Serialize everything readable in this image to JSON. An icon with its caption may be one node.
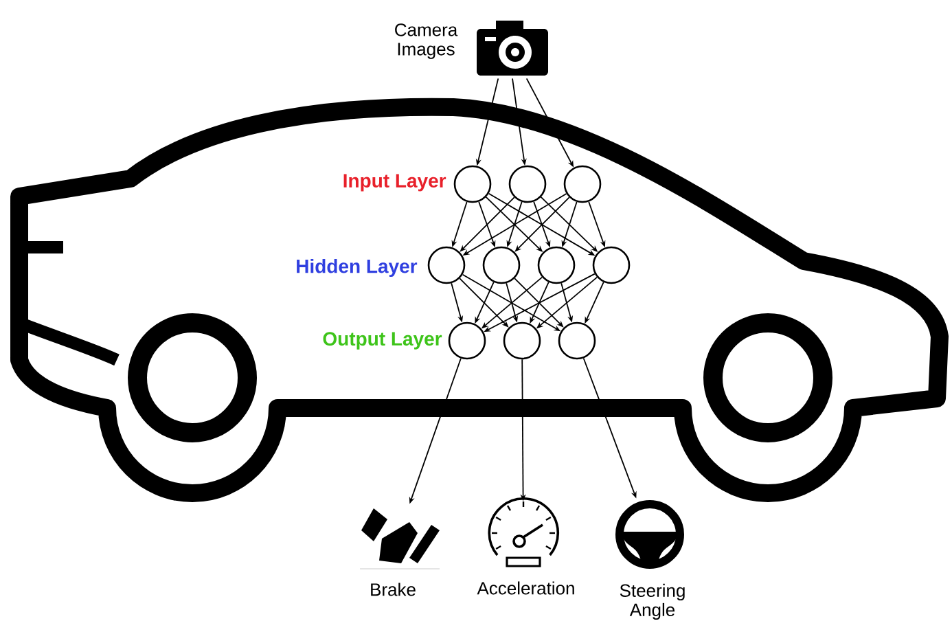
{
  "diagram": {
    "nodes": [
      {
        "text": [],
        "shape": "picture",
        "beside": [
          "Camera Images"
        ]
      },
      {
        "text": [],
        "shape": "circle"
      },
      {
        "text": [],
        "shape": "circle"
      },
      {
        "text": [],
        "shape": "circle"
      },
      {
        "text": [],
        "shape": "circle"
      },
      {
        "text": [],
        "shape": "circle"
      },
      {
        "text": [],
        "shape": "circle"
      },
      {
        "text": [],
        "shape": "circle"
      },
      {
        "text": [],
        "shape": "circle"
      },
      {
        "text": [],
        "shape": "circle"
      },
      {
        "text": [],
        "shape": "circle"
      },
      {
        "text": [],
        "shape": "picture",
        "beside": [
          "Brake"
        ]
      },
      {
        "text": [],
        "shape": "picture",
        "beside": [
          "Acceleration"
        ]
      },
      {
        "text": [],
        "shape": "picture",
        "beside": [
          "Steering Angle"
        ]
      }
    ],
    "edges": [
      {
        "from": 0,
        "to": 1,
        "arrow": "to"
      },
      {
        "from": 0,
        "to": 2,
        "arrow": "to"
      },
      {
        "from": 0,
        "to": 3,
        "arrow": "to"
      },
      {
        "from": 1,
        "to": 4,
        "arrow": "to"
      },
      {
        "from": 1,
        "to": 5,
        "arrow": "to"
      },
      {
        "from": 1,
        "to": 6,
        "arrow": "to"
      },
      {
        "from": 1,
        "to": 7,
        "arrow": "to"
      },
      {
        "from": 2,
        "to": 4,
        "arrow": "to"
      },
      {
        "from": 2,
        "to": 5,
        "arrow": "to"
      },
      {
        "from": 2,
        "to": 6,
        "arrow": "to"
      },
      {
        "from": 2,
        "to": 7,
        "arrow": "to"
      },
      {
        "from": 3,
        "to": 4,
        "arrow": "to"
      },
      {
        "from": 3,
        "to": 5,
        "arrow": "to"
      },
      {
        "from": 3,
        "to": 6,
        "arrow": "to"
      },
      {
        "from": 3,
        "to": 7,
        "arrow": "to"
      },
      {
        "from": 4,
        "to": 8,
        "arrow": "to"
      },
      {
        "from": 4,
        "to": 9,
        "arrow": "to"
      },
      {
        "from": 4,
        "to": 10,
        "arrow": "to"
      },
      {
        "from": 5,
        "to": 8,
        "arrow": "to"
      },
      {
        "from": 5,
        "to": 9,
        "arrow": "to"
      },
      {
        "from": 5,
        "to": 10,
        "arrow": "to"
      },
      {
        "from": 6,
        "to": 8,
        "arrow": "to"
      },
      {
        "from": 6,
        "to": 9,
        "arrow": "to"
      },
      {
        "from": 6,
        "to": 10,
        "arrow": "to"
      },
      {
        "from": 7,
        "to": 8,
        "arrow": "to"
      },
      {
        "from": 7,
        "to": 9,
        "arrow": "to"
      },
      {
        "from": 7,
        "to": 10,
        "arrow": "to"
      },
      {
        "from": 8,
        "to": 11,
        "arrow": "to"
      },
      {
        "from": 9,
        "to": 12,
        "arrow": "to"
      },
      {
        "from": 10,
        "to": 13,
        "arrow": "to"
      }
    ],
    "labels": [
      "Input Layer",
      "Hidden Layer",
      "Output Layer"
    ]
  }
}
